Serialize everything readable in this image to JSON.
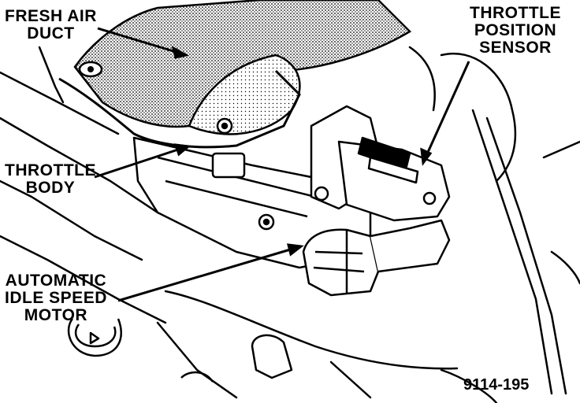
{
  "labels": {
    "fresh_air_duct": [
      "FRESH AIR",
      "DUCT"
    ],
    "throttle_position_sensor": [
      "THROTTLE",
      "POSITION",
      "SENSOR"
    ],
    "throttle_body": [
      "THROTTLE",
      "BODY"
    ],
    "automatic_idle_speed_motor": [
      "AUTOMATIC",
      "IDLE SPEED",
      "MOTOR"
    ]
  },
  "figure_code": "9114-195",
  "colors": {
    "ink": "#000000",
    "paper": "#ffffff",
    "shade": "#9a9a9a"
  }
}
